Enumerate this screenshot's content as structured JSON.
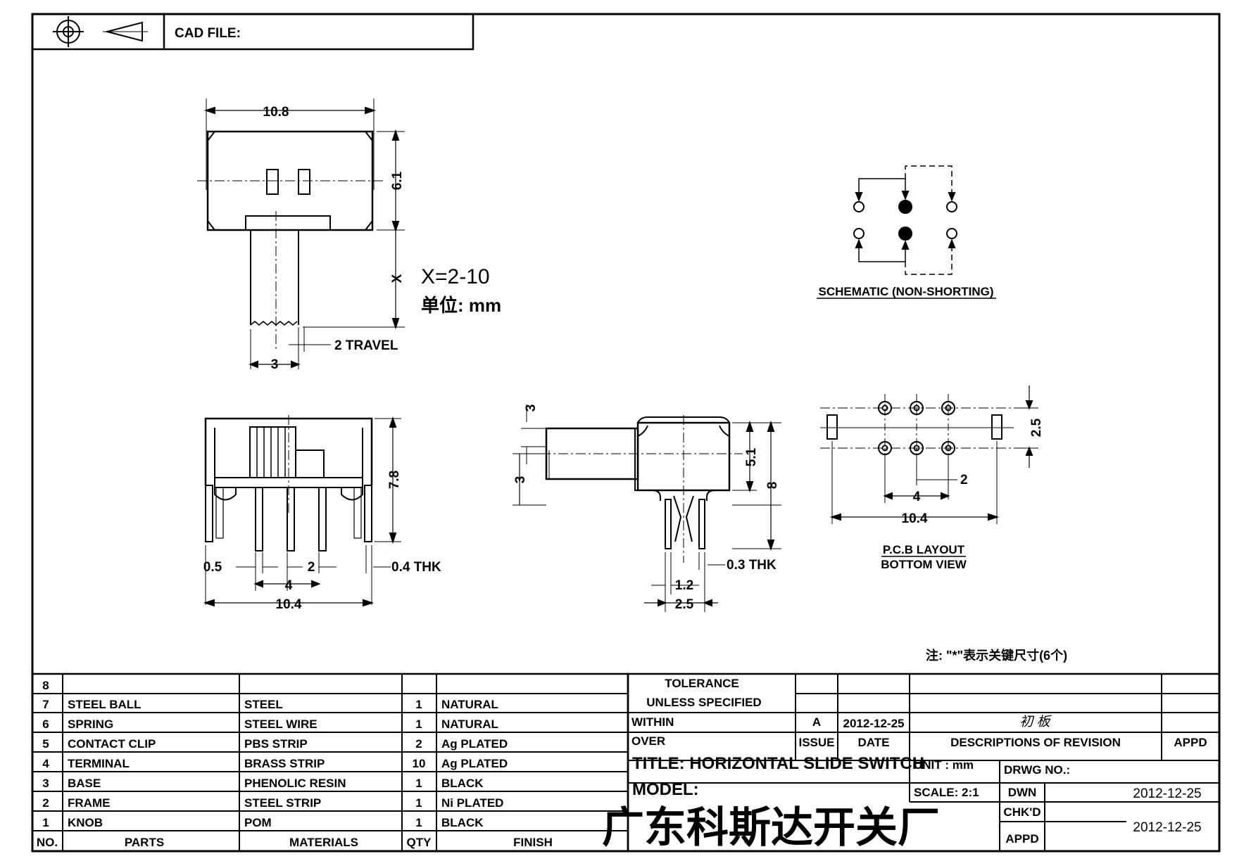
{
  "header": {
    "cad_file_label": "CAD FILE:"
  },
  "top_view": {
    "width_dim": "10.8",
    "height_dim": "6.1",
    "x_dim": "X",
    "travel_dim": "2 TRAVEL",
    "knob_dim": "3",
    "x_note": "X=2-10",
    "unit_note": "单位: mm"
  },
  "front_view": {
    "height_dim": "7.8",
    "pin_thk_dim": "0.5",
    "pin_pitch_small_dim": "2",
    "pin_pitch_dim": "4",
    "thk_dim": "0.4 THK",
    "width_dim": "10.4"
  },
  "side_view": {
    "knob_top_dim": "3",
    "knob_h_dim": "3",
    "body_h_dim": "5.1",
    "total_h_dim": "8",
    "thk_dim": "0.3 THK",
    "pin_gap_dim": "1.2",
    "pin_span_dim": "2.5"
  },
  "schematic": {
    "caption": "SCHEMATIC (NON-SHORTING)"
  },
  "pcb_layout": {
    "row_gap_dim": "2.5",
    "pitch_small_dim": "2",
    "pitch_dim": "4",
    "width_dim": "10.4",
    "caption_line1": "P.C.B LAYOUT",
    "caption_line2": "BOTTOM VIEW"
  },
  "note": "注: \"*\"表示关键尺寸(6个)",
  "bom": {
    "rows": [
      {
        "no": "8",
        "part": "",
        "material": "",
        "qty": "",
        "finish": ""
      },
      {
        "no": "7",
        "part": "STEEL BALL",
        "material": "STEEL",
        "qty": "1",
        "finish": "NATURAL"
      },
      {
        "no": "6",
        "part": "SPRING",
        "material": "STEEL WIRE",
        "qty": "1",
        "finish": "NATURAL"
      },
      {
        "no": "5",
        "part": "CONTACT CLIP",
        "material": "PBS STRIP",
        "qty": "2",
        "finish": "Ag PLATED"
      },
      {
        "no": "4",
        "part": "TERMINAL",
        "material": "BRASS STRIP",
        "qty": "10",
        "finish": "Ag PLATED"
      },
      {
        "no": "3",
        "part": "BASE",
        "material": "PHENOLIC RESIN",
        "qty": "1",
        "finish": "BLACK"
      },
      {
        "no": "2",
        "part": "FRAME",
        "material": "STEEL STRIP",
        "qty": "1",
        "finish": "Ni PLATED"
      },
      {
        "no": "1",
        "part": "KNOB",
        "material": "POM",
        "qty": "1",
        "finish": "BLACK"
      }
    ],
    "header": {
      "no": "NO.",
      "part": "PARTS",
      "material": "MATERIALS",
      "qty": "QTY",
      "finish": "FINISH"
    }
  },
  "title_block": {
    "tolerance_line1": "TOLERANCE",
    "tolerance_line2": "UNLESS  SPECIFIED",
    "within": "WITHIN",
    "over": "OVER",
    "rev_letter": "A",
    "rev_date": "2012-12-25",
    "rev_desc": "初 板",
    "issue_label": "ISSUE",
    "date_label": "DATE",
    "desc_label": "DESCRIPTIONS OF REVISION",
    "appd_label": "APPD",
    "title": "TITLE: HORIZONTAL SLIDE SWITCH",
    "unit": "UNIT : mm",
    "drwg_no": "DRWG NO.:",
    "model": "MODEL:",
    "scale": "SCALE: 2:1",
    "dwn_label": "DWN",
    "dwn_date": "2012-12-25",
    "company": "广东科斯达开关厂",
    "chkd_label": "CHK'D",
    "chkd_date": "2012-12-25",
    "appd2_label": "APPD"
  }
}
